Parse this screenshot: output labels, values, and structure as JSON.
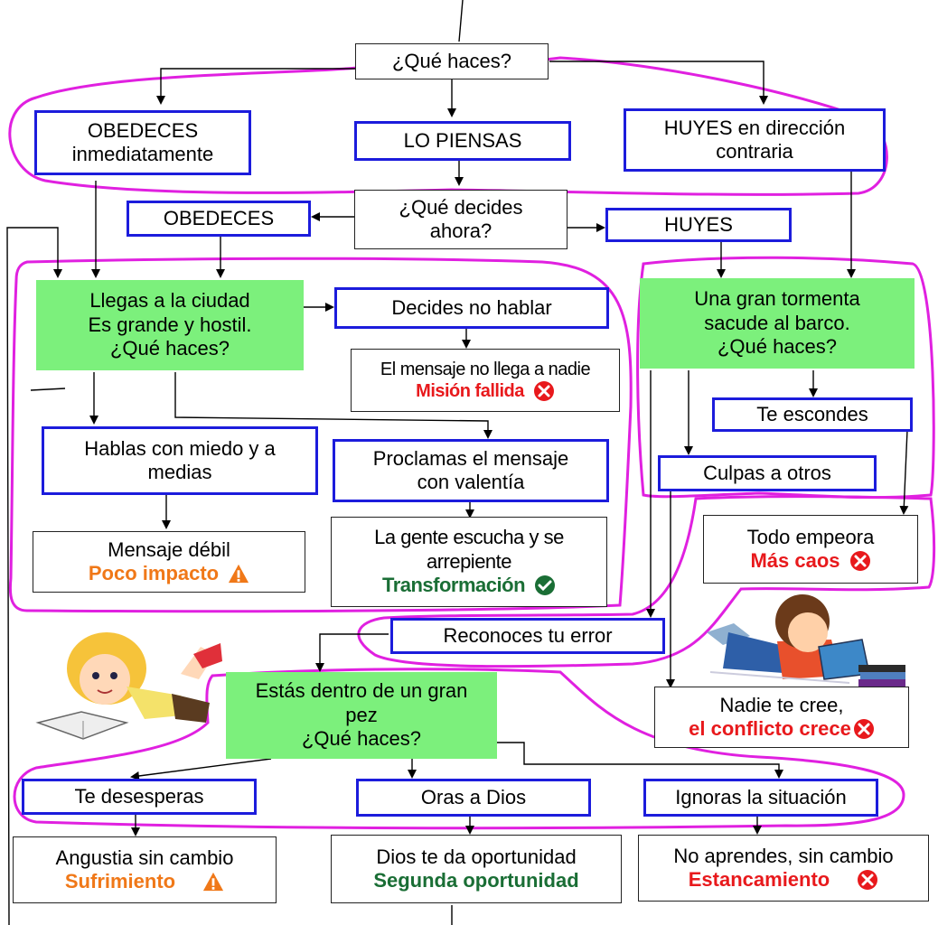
{
  "nodes": {
    "que_haces": "¿Qué haces?",
    "obedeces_inmediatamente": [
      "OBEDECES",
      "inmediatamente"
    ],
    "lo_piensas": "LO PIENSAS",
    "huyes_direccion": [
      "HUYES en dirección",
      "contraria"
    ],
    "que_decides": [
      "¿Qué decides",
      "ahora?"
    ],
    "obedeces": "OBEDECES",
    "huyes": "HUYES",
    "llegas_ciudad": [
      "Llegas a la ciudad",
      "Es grande y hostil.",
      "¿Qué haces?"
    ],
    "decides_no_hablar": "Decides no hablar",
    "mensaje_no_llega": "El mensaje no llega a nadie",
    "mision_fallida": "Misión fallida",
    "hablas_miedo": [
      "Hablas con miedo y a",
      "medias"
    ],
    "proclamas": [
      "Proclamas el mensaje",
      "con valentía"
    ],
    "mensaje_debil": "Mensaje débil",
    "poco_impacto": "Poco impacto",
    "gente_escucha": [
      "La gente escucha y se",
      "arrepiente"
    ],
    "transformacion": "Transformación",
    "tormenta": [
      "Una gran tormenta",
      "sacude al barco.",
      "¿Qué haces?"
    ],
    "te_escondes": "Te escondes",
    "culpas": "Culpas a otros",
    "todo_empeora": "Todo empeora",
    "mas_caos": "Más caos",
    "reconoces": "Reconoces tu error",
    "nadie_cree": "Nadie te cree,",
    "conflicto_crece": "el conflicto crece",
    "gran_pez": [
      "Estás dentro de un gran",
      "pez",
      "¿Qué haces?"
    ],
    "te_desesperas": "Te desesperas",
    "oras": "Oras a Dios",
    "ignoras": "Ignoras la situación",
    "angustia": "Angustia sin cambio",
    "sufrimiento": "Sufrimiento",
    "dios_oportunidad": "Dios te da oportunidad",
    "segunda_oportunidad": "Segunda oportunidad",
    "no_aprendes": "No aprendes, sin cambio",
    "estancamiento": "Estancamiento"
  },
  "colors": {
    "blue_border": "#1c1cdc",
    "green_fill": "#7cf07c",
    "magenta_outline": "#e020e0",
    "fail_red": "#e8191c",
    "warn_orange": "#f07818",
    "success_green": "#1a6e35"
  }
}
